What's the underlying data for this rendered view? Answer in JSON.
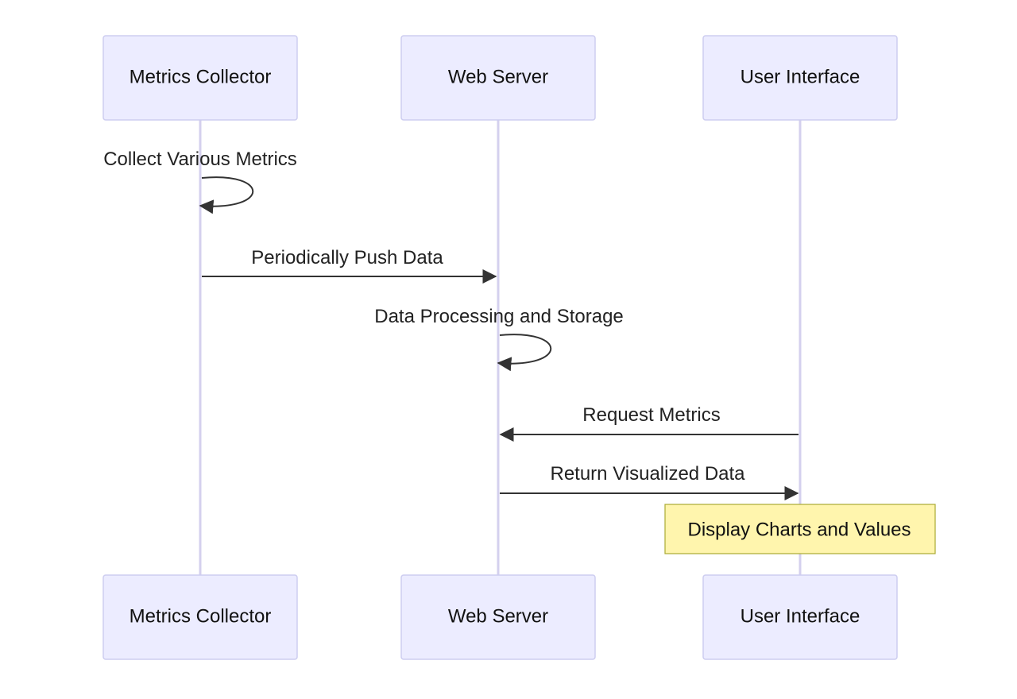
{
  "participants": [
    {
      "id": "collector",
      "label": "Metrics Collector"
    },
    {
      "id": "server",
      "label": "Web Server"
    },
    {
      "id": "ui",
      "label": "User Interface"
    }
  ],
  "messages": [
    {
      "from": "collector",
      "to": "collector",
      "label": "Collect Various Metrics"
    },
    {
      "from": "collector",
      "to": "server",
      "label": "Periodically Push Data"
    },
    {
      "from": "server",
      "to": "server",
      "label": "Data Processing and Storage"
    },
    {
      "from": "ui",
      "to": "server",
      "label": "Request Metrics"
    },
    {
      "from": "server",
      "to": "ui",
      "label": "Return Visualized Data"
    }
  ],
  "note": {
    "over": "ui",
    "text": "Display Charts and Values"
  },
  "colors": {
    "actor_fill": "#ECECFF",
    "actor_stroke": "#CDCDF0",
    "lifeline": "#D4D0EE",
    "arrow": "#333333",
    "note_fill": "#FFF5AD",
    "note_stroke": "#AAAA33"
  }
}
